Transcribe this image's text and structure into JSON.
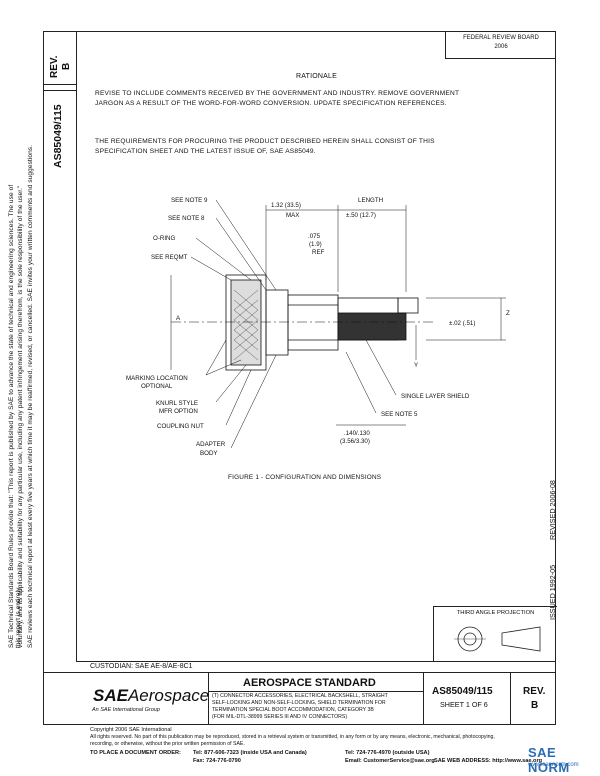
{
  "side_margin": {
    "rev_label": "REV.",
    "rev_value": "B",
    "doc_number": "AS85049/115",
    "disclaimer_1": "SAE Technical Standards Board Rules provide that: \"This report is published by SAE to advance the state of technical and engineering sciences. The use of this report is entirely",
    "disclaimer_2": "voluntary, and its applicability and suitability for any particular use, including any patent infringement arising therefrom, is the sole responsibility of the user.\"",
    "disclaimer_3": "SAE reviews each technical report at least every five years at which time it may be reaffirmed, revised, or cancelled. SAE invites your written comments and suggestions."
  },
  "approval_box": {
    "line1": "FEDERAL REVIEW BOARD",
    "line2": "2006"
  },
  "rationale": {
    "heading": "RATIONALE",
    "line1": "REVISE TO INCLUDE COMMENTS RECEIVED BY THE GOVERNMENT AND INDUSTRY. REMOVE GOVERNMENT",
    "line2": "JARGON AS A RESULT OF THE WORD-FOR-WORD CONVERSION. UPDATE SPECIFICATION REFERENCES."
  },
  "requirements": {
    "line1": "THE REQUIREMENTS FOR PROCURING THE PRODUCT DESCRIBED HEREIN SHALL CONSIST OF THIS",
    "line2": "SPECIFICATION SHEET AND THE LATEST ISSUE OF, SAE AS85049."
  },
  "drawing": {
    "see_note_9": "SEE NOTE 9",
    "see_note_8": "SEE NOTE 8",
    "o_ring": "O-RING",
    "see_reqmt": "SEE REQMT",
    "dim_132": "1.32 (33.5)",
    "max": "MAX",
    "length": "LENGTH",
    "length_tol": "±.50 (12.7)",
    "dim_075": ".075",
    "dim_19": "(1.9)",
    "ref": "REF",
    "label_a": "A",
    "label_z": "Z",
    "label_y": "Y",
    "dim_02": "±.02 (.51)",
    "marking_1": "MARKING LOCATION",
    "marking_2": "OPTIONAL",
    "knurl_1": "KNURL STYLE",
    "knurl_2": "MFR OPTION",
    "coupling_nut": "COUPLING NUT",
    "adapter_1": "ADAPTER",
    "adapter_2": "BODY",
    "single_layer": "SINGLE LAYER SHIELD",
    "see_note_5": "SEE NOTE 5",
    "dim_140": ".140/.130",
    "dim_356": "(3.56/3.30)",
    "figure_caption": "FIGURE 1 - CONFIGURATION AND DIMENSIONS"
  },
  "dates": {
    "issued": "ISSUED 1992-05",
    "revised": "REVISED 2006-08"
  },
  "projection": {
    "label": "THIRD ANGLE PROJECTION"
  },
  "title_block": {
    "custodian": "CUSTODIAN: SAE AE-8/AE-8C1",
    "logo_sae": "SAE",
    "logo_aero": "Aerospace",
    "logo_sub": "An SAE International Group",
    "standard": "AEROSPACE STANDARD",
    "desc_1": "(T) CONNECTOR ACCESSORIES, ELECTRICAL BACKSHELL, STRAIGHT",
    "desc_2": "SELF-LOCKING AND NON-SELF-LOCKING, SHIELD TERMINATION FOR",
    "desc_3": "TERMINATION SPECIAL BOOT ACCOMMODATION, CATEGORY 3B",
    "desc_4": "(FOR MIL-DTL-38999 SERIES III AND IV CONNECTORS)",
    "number": "AS85049/115",
    "sheet": "SHEET 1 OF 6",
    "rev_label": "REV.",
    "rev_value": "B"
  },
  "footer": {
    "copyright": "Copyright 2006 SAE International",
    "rights": "All rights reserved. No part of this publication may be reproduced, stored in a retrieval system or transmitted, in any form or by any means, electronic, mechanical, photocopying,",
    "rights2": "recording, or otherwise, without the prior written permission of SAE.",
    "order_label": "TO PLACE A DOCUMENT ORDER:",
    "tel": "Tel: 877-606-7323 (inside USA and Canada)",
    "tel2": "Tel: 724-776-4970 (outside USA)",
    "fax": "Fax: 724-776-0790",
    "email": "Email: CustomerService@sae.org",
    "web": "SAE WEB ADDRESS: http://www.sae.org"
  },
  "watermark": {
    "text": "SAE NORM",
    "site": "www.saenorm.com"
  }
}
